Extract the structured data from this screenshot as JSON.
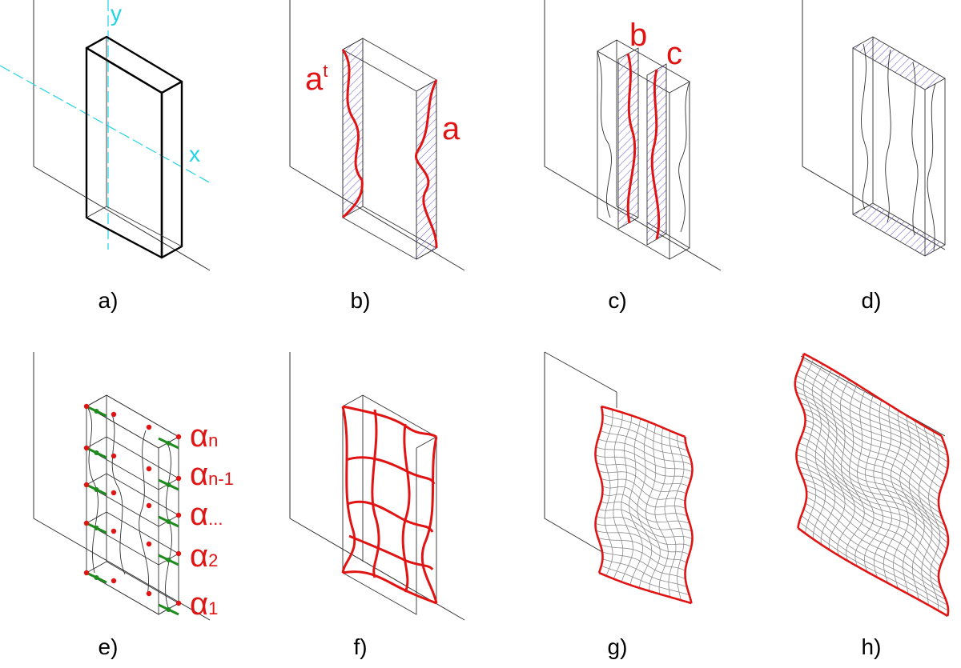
{
  "colors": {
    "red": "#e11414",
    "cyan": "#22d3e6",
    "hatch": "#6a55d8",
    "green": "#1e8a1e",
    "frame": "#333333",
    "black": "#000000",
    "grid": "#8a8a8a"
  },
  "panels": [
    {
      "id": "a",
      "caption": "a)"
    },
    {
      "id": "b",
      "caption": "b)"
    },
    {
      "id": "c",
      "caption": "c)"
    },
    {
      "id": "d",
      "caption": "d)"
    },
    {
      "id": "e",
      "caption": "e)"
    },
    {
      "id": "f",
      "caption": "f)"
    },
    {
      "id": "g",
      "caption": "g)"
    },
    {
      "id": "h",
      "caption": "h)"
    }
  ],
  "labels": {
    "a": {
      "axis_y": "y",
      "axis_x": "x"
    },
    "b": {
      "curve_at": "a",
      "curve_at_sup": "t",
      "curve_a": "a"
    },
    "c": {
      "curve_b": "b",
      "curve_c": "c"
    },
    "e": {
      "alpha": "α",
      "subscripts": [
        "n",
        "n-1",
        "...",
        "2",
        "1"
      ]
    }
  }
}
